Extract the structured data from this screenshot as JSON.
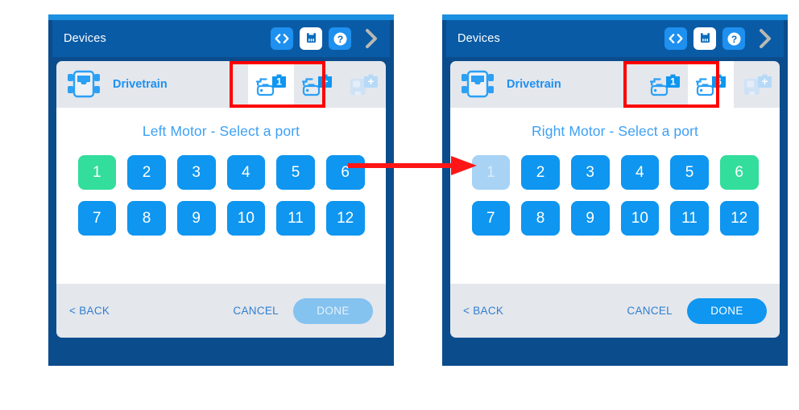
{
  "theme": {
    "panel_border": "#0b4c8c",
    "titlebar": "#0a5ba6",
    "statusbar": "#1b8fe0",
    "accent_blue": "#0e96f0",
    "selected_green": "#33dd9c",
    "disabled_blue": "#a8d3f5",
    "row_gray": "#e4e7ec",
    "highlight_red": "#fe0000",
    "link_blue": "#2f7fd0",
    "prompt_blue": "#3da0f5"
  },
  "arrow": {
    "name": "flow-arrow",
    "color": "#fe1616",
    "direction": "left-to-right"
  },
  "panels": [
    {
      "id": "left",
      "titlebar": {
        "title": "Devices",
        "icons": [
          {
            "name": "code-brackets-icon",
            "glyph": "<>",
            "active": false
          },
          {
            "name": "device-port-icon",
            "glyph": "device",
            "active": true
          },
          {
            "name": "help-icon",
            "glyph": "?",
            "active": false
          }
        ],
        "chevron": {
          "name": "chevron-right-icon",
          "glyph": ">"
        }
      },
      "device_row": {
        "icon": "drivetrain-icon",
        "name": "Drivetrain",
        "tabs": [
          {
            "name": "left-motor-tab",
            "badge": "1",
            "selected": true,
            "ghost": false
          },
          {
            "name": "right-motor-tab",
            "badge": "+",
            "selected": false,
            "ghost": false
          },
          {
            "name": "gyro-sensor-tab",
            "badge": "+",
            "selected": false,
            "ghost": true
          }
        ]
      },
      "sheet": {
        "prompt": "Left Motor - Select a port",
        "ports": [
          {
            "label": "1",
            "state": "selected"
          },
          {
            "label": "2",
            "state": "normal"
          },
          {
            "label": "3",
            "state": "normal"
          },
          {
            "label": "4",
            "state": "normal"
          },
          {
            "label": "5",
            "state": "normal"
          },
          {
            "label": "6",
            "state": "normal"
          },
          {
            "label": "7",
            "state": "normal"
          },
          {
            "label": "8",
            "state": "normal"
          },
          {
            "label": "9",
            "state": "normal"
          },
          {
            "label": "10",
            "state": "normal"
          },
          {
            "label": "11",
            "state": "normal"
          },
          {
            "label": "12",
            "state": "normal"
          }
        ]
      },
      "footer": {
        "back": "< BACK",
        "cancel": "CANCEL",
        "done": "DONE",
        "done_enabled": false
      }
    },
    {
      "id": "right",
      "titlebar": {
        "title": "Devices",
        "icons": [
          {
            "name": "code-brackets-icon",
            "glyph": "<>",
            "active": false
          },
          {
            "name": "device-port-icon",
            "glyph": "device",
            "active": true
          },
          {
            "name": "help-icon",
            "glyph": "?",
            "active": false
          }
        ],
        "chevron": {
          "name": "chevron-right-icon",
          "glyph": ">"
        }
      },
      "device_row": {
        "icon": "drivetrain-icon",
        "name": "Drivetrain",
        "tabs": [
          {
            "name": "left-motor-tab",
            "badge": "1",
            "selected": false,
            "ghost": false
          },
          {
            "name": "right-motor-tab",
            "badge": "6",
            "selected": true,
            "ghost": false
          },
          {
            "name": "gyro-sensor-tab",
            "badge": "+",
            "selected": false,
            "ghost": true
          }
        ]
      },
      "sheet": {
        "prompt": "Right Motor - Select a port",
        "ports": [
          {
            "label": "1",
            "state": "disabled"
          },
          {
            "label": "2",
            "state": "normal"
          },
          {
            "label": "3",
            "state": "normal"
          },
          {
            "label": "4",
            "state": "normal"
          },
          {
            "label": "5",
            "state": "normal"
          },
          {
            "label": "6",
            "state": "selected"
          },
          {
            "label": "7",
            "state": "normal"
          },
          {
            "label": "8",
            "state": "normal"
          },
          {
            "label": "9",
            "state": "normal"
          },
          {
            "label": "10",
            "state": "normal"
          },
          {
            "label": "11",
            "state": "normal"
          },
          {
            "label": "12",
            "state": "normal"
          }
        ]
      },
      "footer": {
        "back": "< BACK",
        "cancel": "CANCEL",
        "done": "DONE",
        "done_enabled": true
      }
    }
  ]
}
